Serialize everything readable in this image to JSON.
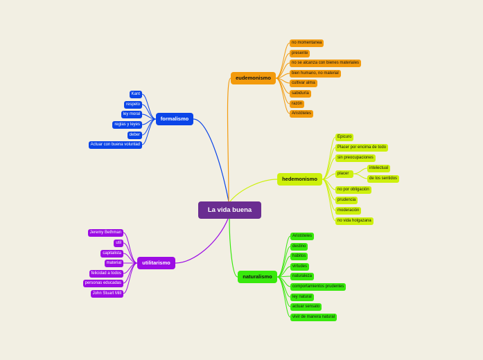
{
  "root": {
    "label": "La vida buena"
  },
  "eudemonismo": {
    "label": "eudemonismo",
    "items": [
      "no momentanea",
      "presente",
      "no se alcanza con bienes materiales",
      "bien humano, no material",
      "cultivar alma",
      "sabiduría",
      "razón",
      "Aristóteles"
    ]
  },
  "formalismo": {
    "label": "formalismo",
    "items": [
      "Kant",
      "respeto",
      "ley moral",
      "reglas y leyes",
      "deber",
      "Actuar con buena voluntad"
    ]
  },
  "hedemonismo": {
    "label": "hedemonismo",
    "items": [
      "Epicuro",
      "Placer por encima de todo",
      "sin preocupaciones",
      "placer",
      "no por obligación",
      "prudencia",
      "moderación",
      "no vida holgazana"
    ],
    "placer_sub": [
      "intelectual",
      "de los sentidos"
    ]
  },
  "utilitarismo": {
    "label": "utilitarismo",
    "items": [
      "Jeremy Bethman",
      "util",
      "capitalista",
      "material",
      "felicidad a todos",
      "personas educadas",
      "John Stuart Mill"
    ]
  },
  "naturalismo": {
    "label": "naturalismo",
    "items": [
      "Aristóteles",
      "destino",
      "hábitos",
      "virtudes",
      "naturaleza",
      "comportamientos prudentes",
      "ley natural",
      "actuar sensato",
      "vivir de manera natural"
    ]
  },
  "colors": {
    "root": "#6a2d91",
    "eudemonismo": "#f39a0c",
    "formalismo": "#0b45e8",
    "hedemonismo": "#cdf00c",
    "utilitarismo": "#9c0ce4",
    "naturalismo": "#38e90c",
    "background": "#f2efe3"
  }
}
